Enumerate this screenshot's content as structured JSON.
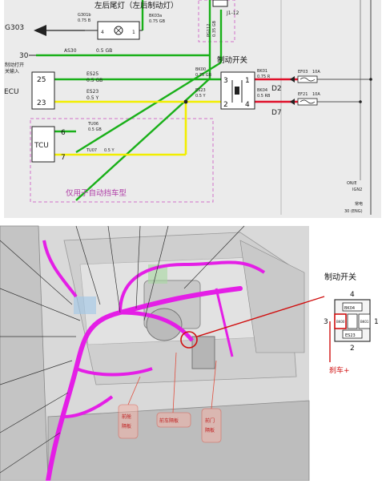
{
  "schematic": {
    "rear_lamp_title": "左后尾灯（左后制动灯）",
    "brake_switch_title": "制动开关",
    "only_auto_note": "仅用于自动挡车型",
    "g303": "G303",
    "left_signal_label": "制动打开\n关输入",
    "pin_30": "30",
    "j1_12": "J1-12",
    "pg112": "PG112",
    "pg112_wire": "0.35 GB",
    "g301b": "G301b",
    "g301b_wire": "0.75 B",
    "bk03a": "BK03a",
    "bk03a_wire": "0.75 GB",
    "lamp_pin_4": "4",
    "lamp_pin_1": "1",
    "as30": "AS30",
    "as30_wire": "0.5 GB",
    "ecu_label": "ECU",
    "ecu_pin_25": "25",
    "ecu_pin_23": "23",
    "es25": "ES25",
    "es25_wire": "0.5 GB",
    "es23": "ES23",
    "es23_wire": "0.5 Y",
    "es23_b": "ES23",
    "es23_b_wire": "0.5 Y",
    "bk00": "BK00",
    "bk00_wire": "0.75 GB",
    "sw_pin_3": "3",
    "sw_pin_1": "1",
    "sw_pin_2": "2",
    "sw_pin_4": "4",
    "bk01": "BK01",
    "bk01_wire": "0.75 R",
    "bk04": "BK04",
    "bk04_wire": "0.5 RB",
    "d2": "D2",
    "d7": "D7",
    "ef03": "EF03",
    "ef03_rating": "10A",
    "ef21": "EF21",
    "ef21_rating": "10A",
    "tcu_label": "TCU",
    "tcu_pin_6": "6",
    "tcu_pin_7": "7",
    "tu06": "TU06",
    "tu06_wire": "0.5 GB",
    "tu07": "TU07",
    "tu07_wire": "0.5 Y",
    "on_ign2": "ON/E\nIGN2",
    "always_power": "常电\n30 (ENG)"
  },
  "connector": {
    "title": "制动开关",
    "pin_4": "4",
    "pin_3": "3",
    "pin_1": "1",
    "pin_2": "2",
    "inner_bk04": "BK04",
    "inner_bk00": "BK00",
    "inner_es23": "ES23",
    "inner_bk01": "BK01",
    "brake_plus": "刹车+"
  },
  "photo": {
    "label_left": "前舱\n隔板",
    "label_mid": "前车隔板",
    "label_right": "前门\n隔板"
  },
  "colors": {
    "green_wire": "#19b019",
    "yellow_wire": "#f2ee00",
    "red_wire": "#e0102a",
    "harness": "#e41ee6",
    "dash_box": "#d070c8",
    "callout_red": "#d01010"
  }
}
